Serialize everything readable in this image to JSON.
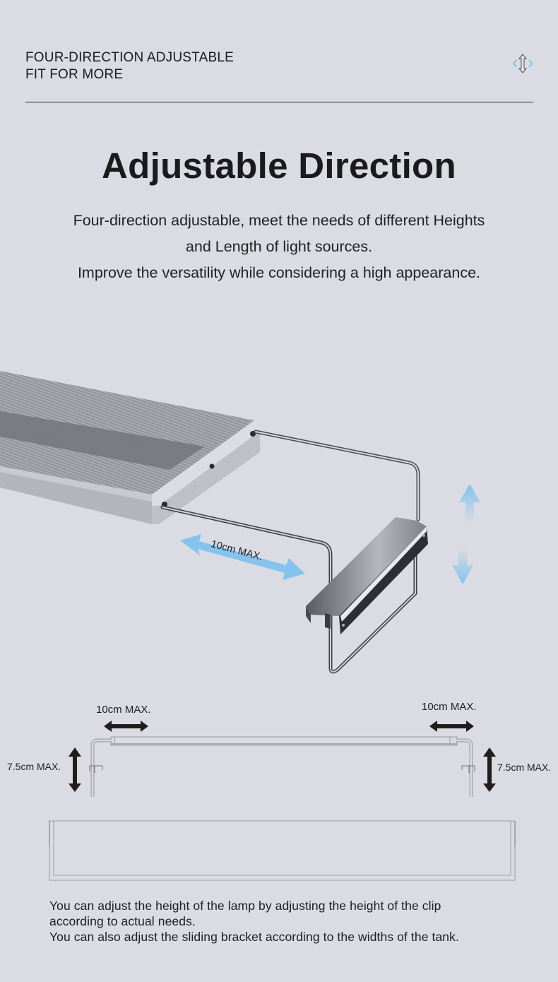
{
  "header": {
    "kicker_lines": [
      "FOUR-DIRECTION ADJUSTABLE",
      "FIT FOR MORE"
    ],
    "icon": "four-direction-arrows-icon"
  },
  "main": {
    "title": "Adjustable Direction",
    "subtitle_lines": [
      "Four-direction adjustable, meet the needs of different Heights",
      "and Length of light sources.",
      "Improve the versatility while considering a high appearance."
    ]
  },
  "product_image": {
    "horizontal_label": "10cm MAX.",
    "arrow_color": "#7fc3ec"
  },
  "diagram": {
    "left_width_label": "10cm MAX.",
    "right_width_label": "10cm MAX.",
    "left_height_label": "7.5cm MAX.",
    "right_height_label": "7.5cm MAX."
  },
  "description": {
    "lines": [
      "You can adjust the height of the lamp by adjusting the height of the clip",
      "according to actual needs.",
      "You can also adjust the sliding bracket according to the widths of the tank."
    ]
  },
  "colors": {
    "background": "#dadbe3",
    "text": "#1c1c1e",
    "accent_blue": "#7fc3ec"
  }
}
